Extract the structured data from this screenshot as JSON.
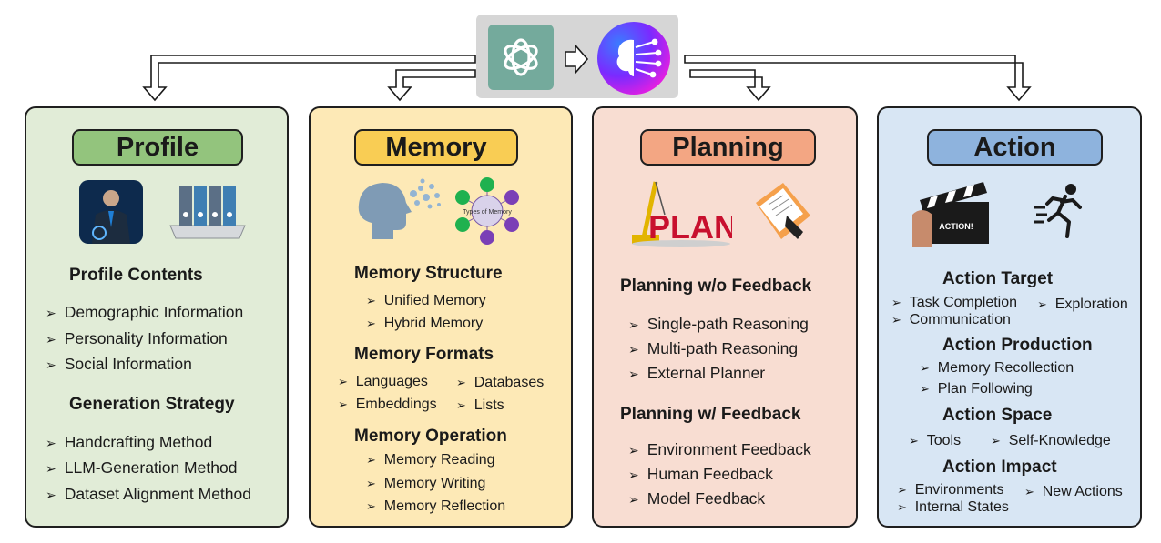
{
  "top": {
    "gpt_icon": "chatgpt-logo-icon",
    "brain_icon": "ai-brain-icon",
    "arrow_icon": "arrow-right-icon"
  },
  "cards": [
    {
      "title": "Profile",
      "headings": [
        "Profile Contents",
        "Generation Strategy"
      ],
      "items": [
        "Demographic Information",
        "Personality Information",
        "Social Information",
        "Handcrafting Method",
        "LLM-Generation Method",
        "Dataset  Alignment Method"
      ]
    },
    {
      "title": "Memory",
      "headings": [
        "Memory Structure",
        "Memory Formats",
        "Memory Operation"
      ],
      "items": [
        "Unified Memory",
        "Hybrid Memory",
        "Languages",
        "Databases",
        "Embeddings",
        "Lists",
        "Memory Reading",
        "Memory Writing",
        "Memory Reflection"
      ],
      "diagram_label": "Types of Memory"
    },
    {
      "title": "Planning",
      "headings": [
        "Planning w/o Feedback",
        "Planning w/ Feedback"
      ],
      "items": [
        "Single-path Reasoning",
        "Multi-path Reasoning",
        "External Planner",
        "Environment Feedback",
        "Human Feedback",
        "Model Feedback"
      ],
      "plan_label": "PLAN"
    },
    {
      "title": "Action",
      "headings": [
        "Action Target",
        "Action Production",
        "Action Space",
        "Action Impact"
      ],
      "items": [
        "Task Completion",
        "Exploration",
        "Communication",
        "Memory Recollection",
        "Plan Following",
        "Tools",
        "Self-Knowledge",
        "Environments",
        "New Actions",
        "Internal States"
      ],
      "clapper_label": "ACTION!"
    }
  ],
  "bullet": "➢",
  "colors": {
    "profile": "#e1ecd7",
    "memory": "#fde9b6",
    "planning": "#f8ddd2",
    "action": "#d8e6f4"
  }
}
